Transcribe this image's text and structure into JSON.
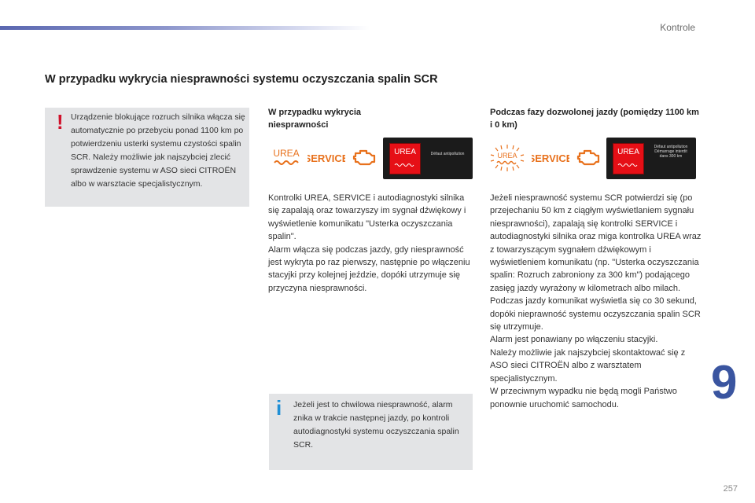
{
  "header": {
    "section_label": "Kontrole",
    "accent_color": "#5a67b0"
  },
  "main": {
    "title": "W przypadku wykrycia niesprawności systemu oczyszczania spalin SCR"
  },
  "warning_box": {
    "icon": "exclamation-icon",
    "icon_color": "#d0112b",
    "text": "Urządzenie blokujące rozruch silnika włącza się automatycznie po przebyciu ponad 1100 km po potwierdzeniu usterki systemu czystości spalin SCR. Należy możliwie jak najszybciej zlecić sprawdzenie systemu w ASO sieci CITROËN albo w warsztacie specjalistycznym."
  },
  "column_fault": {
    "heading": "W przypadku wykrycia niesprawności",
    "indicators": {
      "urea_label": "UREA",
      "service_label": "SERVICE",
      "engine_icon": "engine-check-icon"
    },
    "display": {
      "urea_label": "UREA",
      "message": "Défaut antipollution"
    },
    "text": "Kontrolki UREA, SERVICE i autodiagnostyki silnika się zapalają oraz towarzyszy im sygnał dźwiękowy i wyświetlenie komunikatu \"Usterka oczyszczania spalin\".\nAlarm włącza się podczas jazdy, gdy niesprawność jest wykryta po raz pierwszy, następnie po włączeniu stacyjki przy kolejnej jeździe, dopóki utrzymuje się przyczyna niesprawności."
  },
  "column_allowed": {
    "heading": "Podczas fazy dozwolonej jazdy (pomiędzy 1100 km i 0 km)",
    "indicators": {
      "urea_label": "UREA",
      "service_label": "SERVICE",
      "engine_icon": "engine-check-icon"
    },
    "display": {
      "urea_label": "UREA",
      "message": "Défaut antipollution Démarrage interdit dans 300 km"
    },
    "text": "Jeżeli niesprawność systemu SCR potwierdzi się (po przejechaniu 50 km z ciągłym wyświetlaniem sygnału niesprawności), zapalają się kontrolki SERVICE i autodiagnostyki silnika oraz miga kontrolka UREA wraz z towarzyszącym sygnałem dźwiękowym i wyświetleniem komunikatu (np. \"Usterka oczyszczania spalin: Rozruch zabroniony za 300 km\") podającego zasięg jazdy wyrażony w kilometrach albo milach.\nPodczas jazdy komunikat wyświetla się co 30 sekund, dopóki nieprawność systemu oczyszczania spalin SCR się utrzymuje.\nAlarm jest ponawiany po włączeniu stacyjki.\nNależy możliwie jak najszybciej skontaktować się z ASO sieci CITROËN albo z warsztatem specjalistycznym.\nW przeciwnym wypadku nie będą mogli Państwo ponownie uruchomić samochodu."
  },
  "info_box": {
    "icon": "info-icon",
    "icon_color": "#1f8fd6",
    "text": "Jeżeli jest to chwilowa niesprawność, alarm znika w trakcie następnej jazdy, po kontroli autodiagnostyki systemu oczyszczania spalin SCR."
  },
  "footer": {
    "chapter_number": "9",
    "page_number": "257"
  },
  "colors": {
    "indicator_orange": "#e8711c",
    "urea_red": "#e60f16",
    "box_gray": "#e3e4e6"
  }
}
